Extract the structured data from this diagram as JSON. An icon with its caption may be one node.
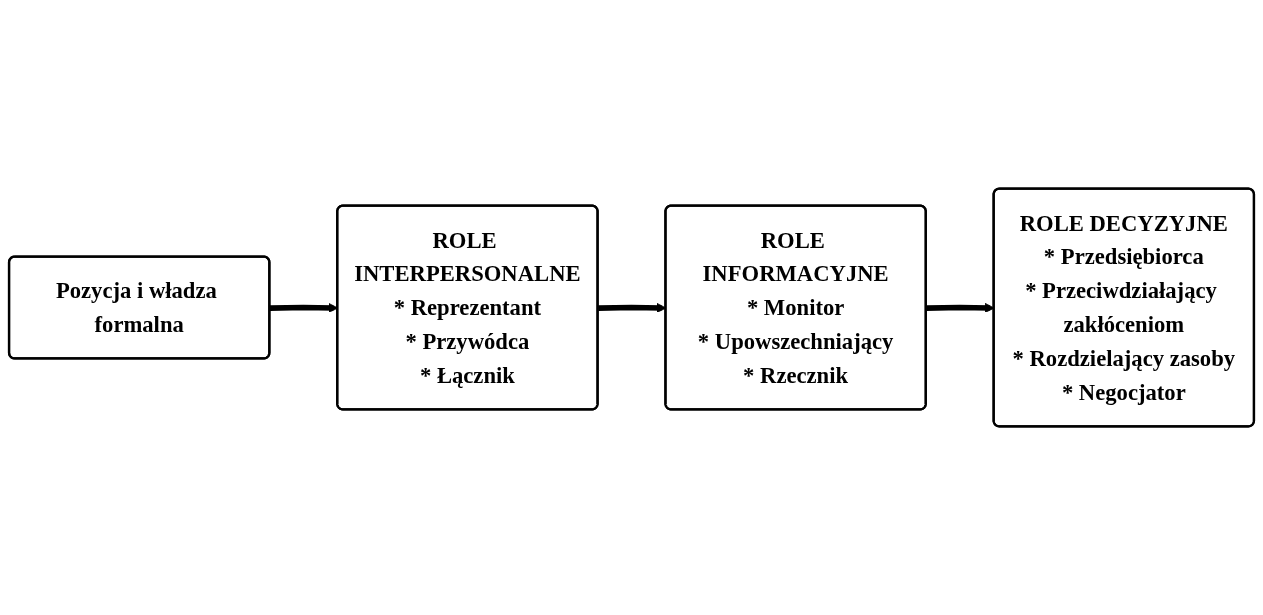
{
  "diagram": {
    "nodes": [
      {
        "text": [
          "Pozycja i władza formalna"
        ]
      },
      {
        "text": [
          "ROLE INTERPERSONALNE",
          "* Reprezentant",
          "* Przywódca",
          "* Łącznik"
        ]
      },
      {
        "text": [
          "ROLE INFORMACYJNE",
          "* Monitor",
          "* Upowszechniający",
          "* Rzecznik"
        ]
      },
      {
        "text": [
          "ROLE DECYZYJNE",
          "* Przedsiębiorca",
          "* Przeciwdziałający zakłóceniom",
          "* Rozdzielający zasoby",
          "* Negocjator"
        ]
      }
    ],
    "edges": [
      {
        "from": 0,
        "to": 1,
        "arrow": "to"
      },
      {
        "from": 1,
        "to": 2,
        "arrow": "to"
      },
      {
        "from": 2,
        "to": 3,
        "arrow": "to"
      }
    ]
  }
}
